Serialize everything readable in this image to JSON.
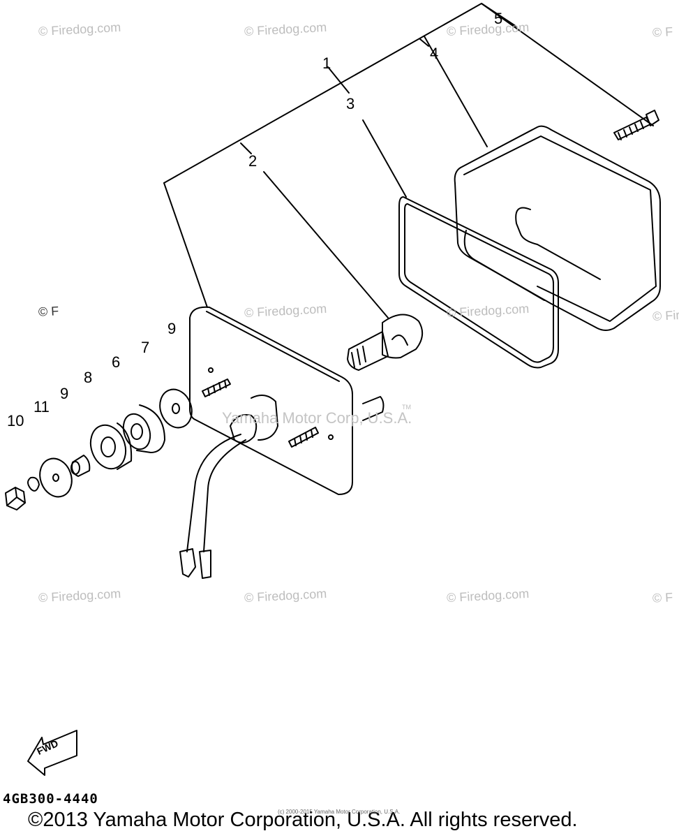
{
  "watermarks": [
    "© Firedog.com",
    "© Firedog.com",
    "© Firedog.com",
    "© F",
    "© Firedog.com",
    "© Firedog.com",
    "© Firedog.com",
    "© F",
    "© Firedog.com",
    "© Firedog.com",
    "© Firedog.com",
    "© F"
  ],
  "center_watermark": "Yamaha Motor Corp, U.S.A.",
  "trademark_mark": "TM",
  "callouts": [
    "1",
    "2",
    "3",
    "4",
    "5",
    "6",
    "7",
    "8",
    "9",
    "9",
    "10",
    "11"
  ],
  "fwd_label": "FWD",
  "diagram_code": "4GB300-4440",
  "tiny_copyright": "(c) 2000-2015 Yamaha Motor Corporation, U.S.A.",
  "copyright": "©2013 Yamaha Motor Corporation, U.S.A. All rights reserved.",
  "line_color": "#000000",
  "watermark_color": "#bdbdbd"
}
